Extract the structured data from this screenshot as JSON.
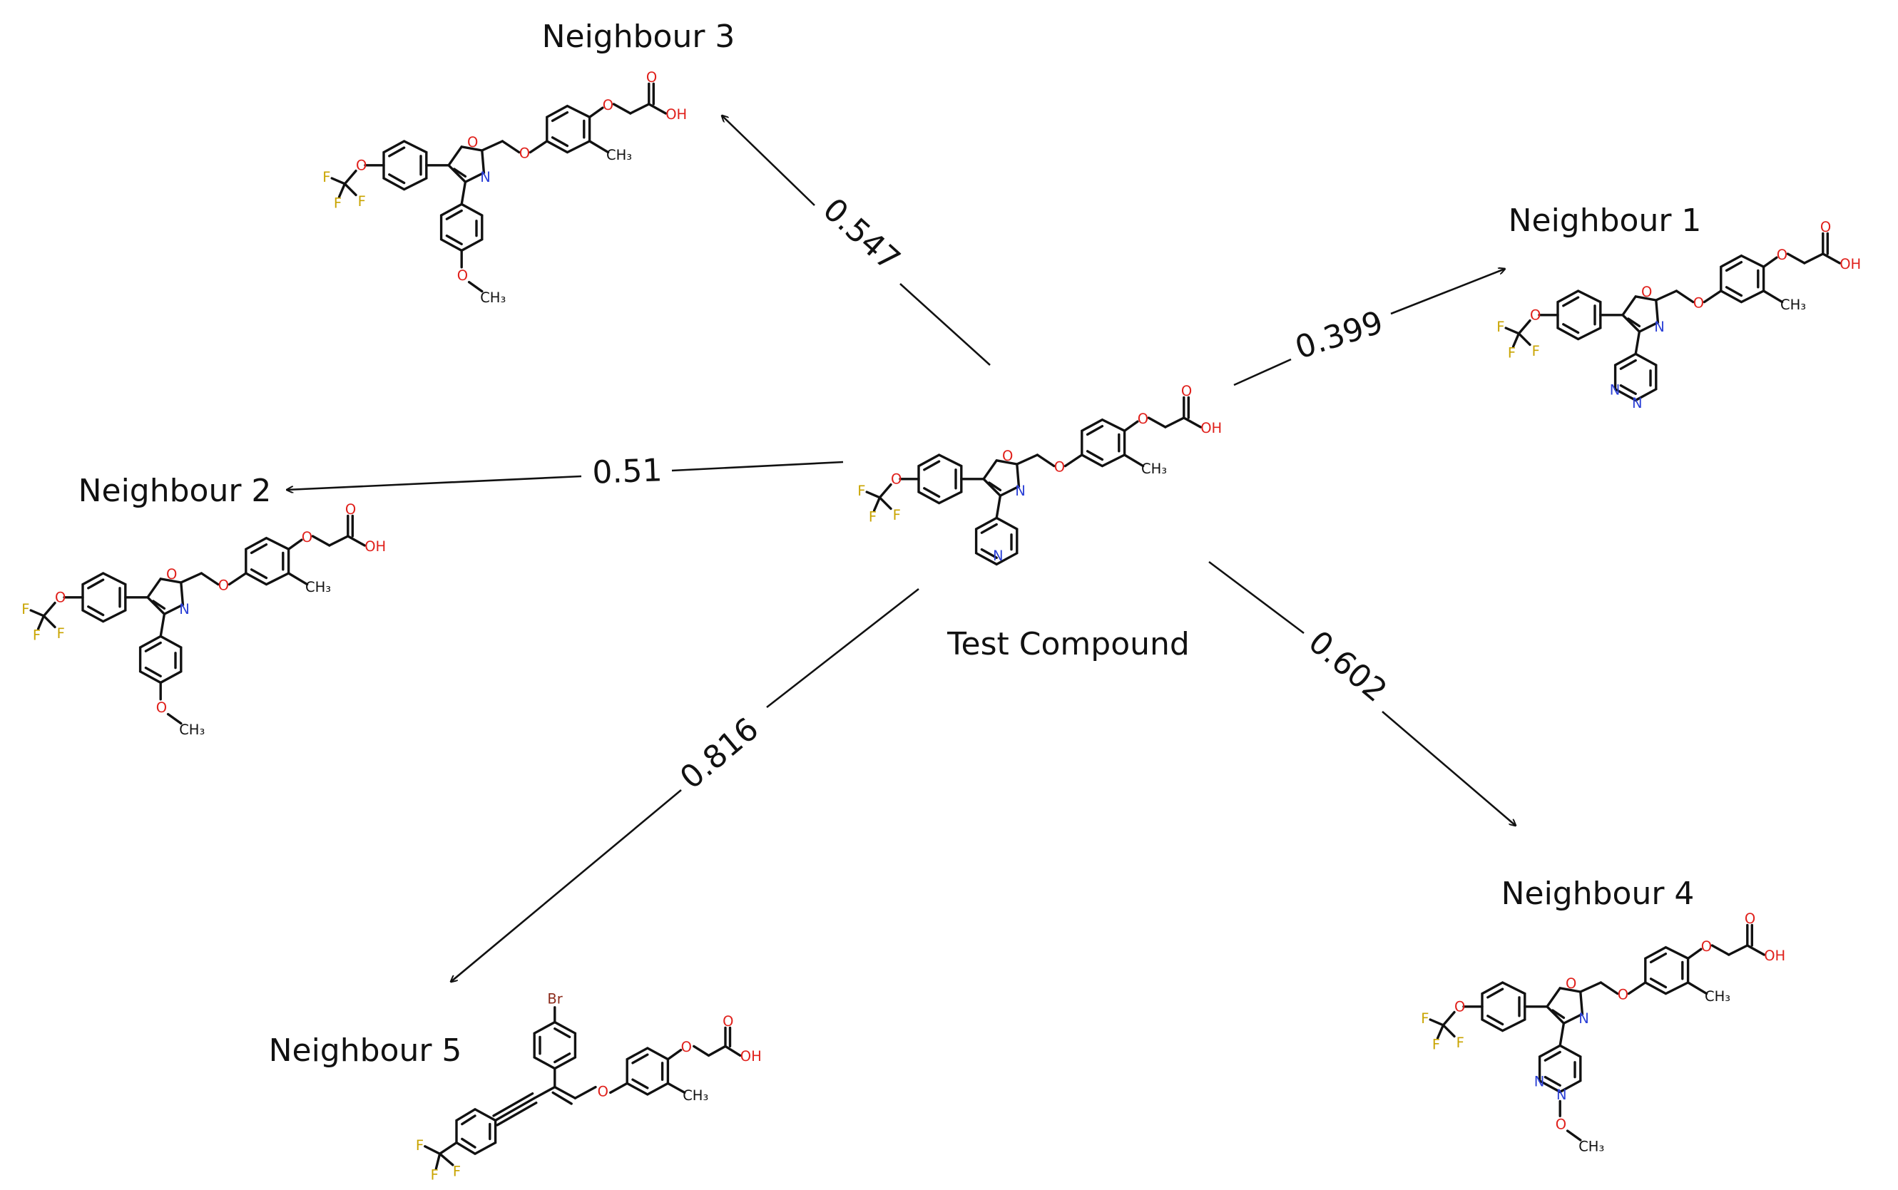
{
  "nodes": [
    {
      "id": "test",
      "label": "Test Compound"
    },
    {
      "id": "n1",
      "label": "Neighbour 1"
    },
    {
      "id": "n2",
      "label": "Neighbour 2"
    },
    {
      "id": "n3",
      "label": "Neighbour 3"
    },
    {
      "id": "n4",
      "label": "Neighbour 4"
    },
    {
      "id": "n5",
      "label": "Neighbour 5"
    }
  ],
  "edges": [
    {
      "from": "test",
      "to": "n1",
      "label": "0.399"
    },
    {
      "from": "test",
      "to": "n2",
      "label": "0.51"
    },
    {
      "from": "test",
      "to": "n3",
      "label": "0.547"
    },
    {
      "from": "test",
      "to": "n4",
      "label": "0.602"
    },
    {
      "from": "test",
      "to": "n5",
      "label": "0.816"
    }
  ],
  "atoms": {
    "O": "O",
    "N": "N",
    "F": "F",
    "Br": "Br",
    "OH": "OH",
    "CH3": "CH₃"
  },
  "colors": {
    "line": "#111111",
    "oxygen": "#e0201b",
    "nitrogen": "#2a3fd6",
    "fluorine": "#c9a400",
    "bromine": "#8b2a1a"
  }
}
